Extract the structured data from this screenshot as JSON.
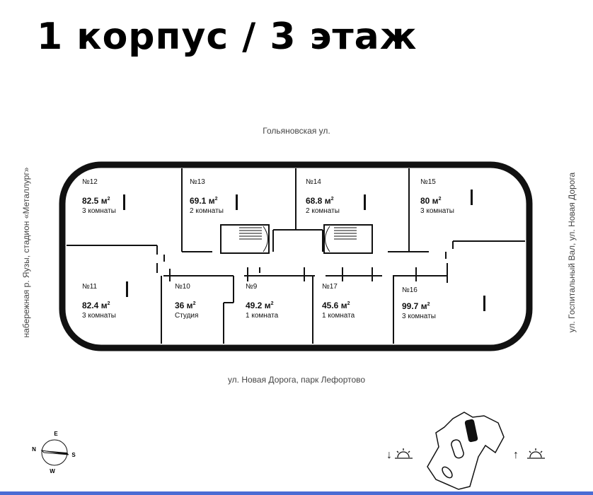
{
  "page_title": "1 корпус / 3 этаж",
  "streets": {
    "top": "Гольяновская ул.",
    "bottom": "ул. Новая Дорога, парк Лефортово",
    "left": "набережная р. Яузы, стадион «Металлург»",
    "right": "ул. Госпитальный Вал, ул. Новая Дорога"
  },
  "apartments": [
    {
      "id": "apt-12",
      "number": "№12",
      "area": "82.5 м",
      "rooms": "3 комнаты"
    },
    {
      "id": "apt-13",
      "number": "№13",
      "area": "69.1 м",
      "rooms": "2 комнаты"
    },
    {
      "id": "apt-14",
      "number": "№14",
      "area": "68.8 м",
      "rooms": "2 комнаты"
    },
    {
      "id": "apt-15",
      "number": "№15",
      "area": "80 м",
      "rooms": "3 комнаты"
    },
    {
      "id": "apt-11",
      "number": "№11",
      "area": "82.4 м",
      "rooms": "3 комнаты"
    },
    {
      "id": "apt-10",
      "number": "№10",
      "area": "36 м",
      "rooms": "Студия"
    },
    {
      "id": "apt-9",
      "number": "№9",
      "area": "49.2 м",
      "rooms": "1 комната"
    },
    {
      "id": "apt-17",
      "number": "№17",
      "area": "45.6 м",
      "rooms": "1 комната"
    },
    {
      "id": "apt-16",
      "number": "№16",
      "area": "99.7 м",
      "rooms": "3 комнаты"
    }
  ],
  "area_unit_sup": "2",
  "compass": {
    "n": "N",
    "e": "E",
    "s": "S",
    "w": "W"
  },
  "sun_arrows": {
    "left": "↓",
    "right": "↑"
  },
  "colors": {
    "walls": "#111111",
    "accent_bar": "#4a6cd4"
  }
}
